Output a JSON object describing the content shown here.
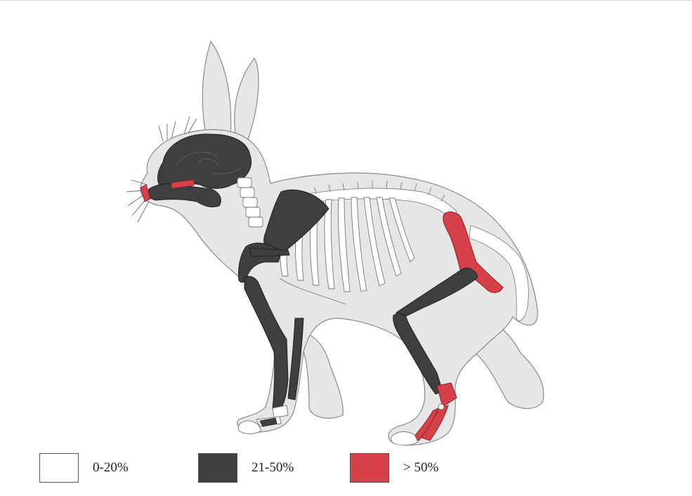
{
  "legend": [
    {
      "label": "0-20%",
      "color": "#ffffff"
    },
    {
      "label": "21-50%",
      "color": "#3f3e40"
    },
    {
      "label": "> 50%",
      "color": "#d64048"
    }
  ],
  "colors": {
    "silhouette": "#e6e6e6",
    "outline": "#8a8a8a",
    "bone_low": "#ffffff",
    "bone_mid": "#3f3e40",
    "bone_high": "#d64048"
  },
  "bone_categories": {
    "skull": "21-50%",
    "mandible": "21-50%",
    "incisors": "> 50%",
    "molar_row": "> 50%",
    "cervical_vertebrae": "0-20%",
    "thoracic_lumbar_vertebrae": "0-20%",
    "ribs": "0-20%",
    "scapula": "21-50%",
    "humerus": "21-50%",
    "radius_ulna": "21-50%",
    "forefoot": "0-20%",
    "pelvis": "> 50%",
    "femur": "21-50%",
    "tibia": "21-50%",
    "calcaneus_metatarsals": "> 50%",
    "tail_vertebrae": "0-20%"
  }
}
